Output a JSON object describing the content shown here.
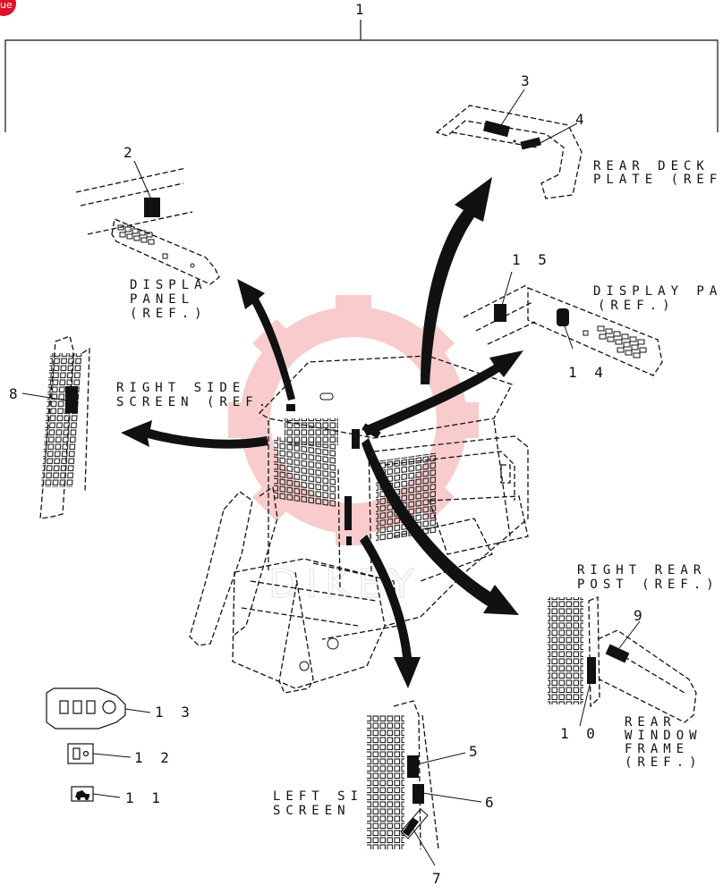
{
  "diagram": {
    "callouts": [
      {
        "id": "c1",
        "text": "1"
      },
      {
        "id": "c2",
        "text": "2"
      },
      {
        "id": "c3",
        "text": "3"
      },
      {
        "id": "c4",
        "text": "4"
      },
      {
        "id": "c5",
        "text": "5"
      },
      {
        "id": "c6",
        "text": "6"
      },
      {
        "id": "c7",
        "text": "7"
      },
      {
        "id": "c8",
        "text": "8"
      },
      {
        "id": "c9",
        "text": "9"
      },
      {
        "id": "c10",
        "text": "1 0"
      },
      {
        "id": "c11",
        "text": "1 1"
      },
      {
        "id": "c12",
        "text": "1 2"
      },
      {
        "id": "c13",
        "text": "1 3"
      },
      {
        "id": "c14",
        "text": "1 4"
      },
      {
        "id": "c15",
        "text": "1 5"
      }
    ],
    "labels": {
      "rear_deck_plate": [
        "REAR DECK",
        "PLATE (REF"
      ],
      "display_panel_left": [
        "DISPLA",
        "PANEL",
        "(REF.)"
      ],
      "display_panel_right": [
        "DISPLAY PA",
        "(REF.)"
      ],
      "right_side_screen": [
        "RIGHT SIDE",
        "SCREEN (REF."
      ],
      "right_rear_post": [
        "RIGHT REAR",
        "POST (REF.)"
      ],
      "rear_window_frame": [
        "REAR",
        "WINDOW",
        "FRAME",
        "(REF.)"
      ],
      "left_side_screen": [
        "LEFT SI",
        "SCREEN"
      ]
    },
    "watermark_text": "DIKEY",
    "corner_badge_text": "ue",
    "colors": {
      "line": "#111111",
      "watermark": "#f3a3a3",
      "badge": "#e0102a"
    }
  }
}
